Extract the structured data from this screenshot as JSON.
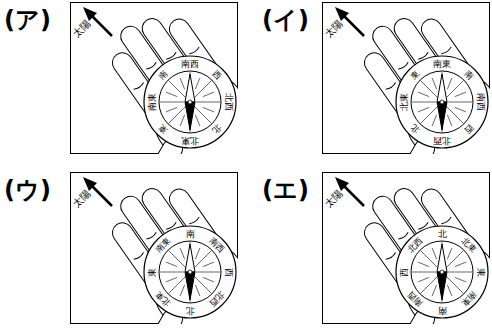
{
  "diagram": {
    "labels": [
      "(ア)",
      "太陽",
      "南西",
      "西",
      "北西",
      "北",
      "北東",
      "東",
      "南東",
      "南",
      "(イ)",
      "太陽",
      "南東",
      "南",
      "南西",
      "西",
      "北西",
      "北",
      "北東",
      "東",
      "(ウ)",
      "太陽",
      "南",
      "南西",
      "西",
      "北西",
      "北",
      "北東",
      "東",
      "南東",
      "(エ)",
      "太陽",
      "北",
      "北東",
      "東",
      "南東",
      "南",
      "南西",
      "西",
      "北西"
    ]
  }
}
